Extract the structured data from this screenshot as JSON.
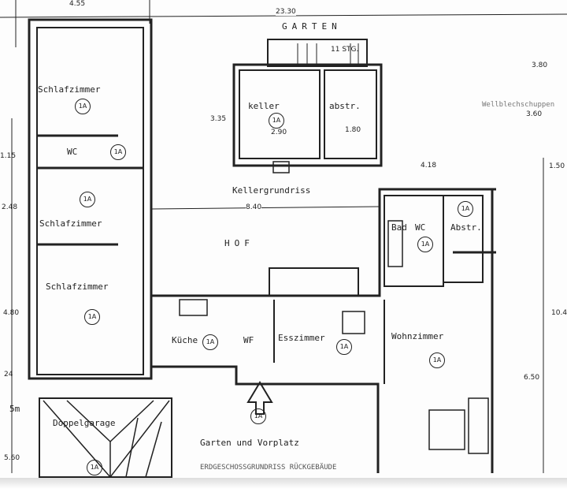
{
  "title": "ERDGESCHOSSGRUNDRISS RÜCKGEBÄUDE",
  "labels": {
    "garten": "GARTEN",
    "kellergrundriss": "Kellergrundriss",
    "hof": "HOF",
    "wellblech": "Wellblechschuppen",
    "garten_vorplatz": "Garten und Vorplatz",
    "stairs": "11 STG."
  },
  "rooms": {
    "schlafzimmer1": "Schlafzimmer",
    "wc": "WC",
    "schlafzimmer2": "Schlafzimmer",
    "schlafzimmer3": "Schlafzimmer",
    "keller": "keller",
    "abstr_keller": "abstr.",
    "bad": "Bad",
    "bad_wc": "WC",
    "abstr": "Abstr.",
    "kueche": "Küche",
    "wf": "WF",
    "esszimmer": "Esszimmer",
    "wohnzimmer": "Wohnzimmer",
    "doppelgarage": "Doppelgarage"
  },
  "room_marker": "1A",
  "dimensions": {
    "top_left": "4.55",
    "total_width": "23.30",
    "right_top": "3.80",
    "keller_height": "3.35",
    "keller_width": "2.90",
    "abstr_width": "1.80",
    "wc_height": "1.15",
    "mid_right": "4.18",
    "right_small": "1.50",
    "schlaf2_height": "2.48",
    "hof_width": "8.40",
    "schlaf3_height": "4.80",
    "small_24": "24",
    "five_m": "5m",
    "garage": "5.60",
    "right_total": "10.40",
    "wohn_height": "6.50",
    "schuppen": "3.60"
  }
}
